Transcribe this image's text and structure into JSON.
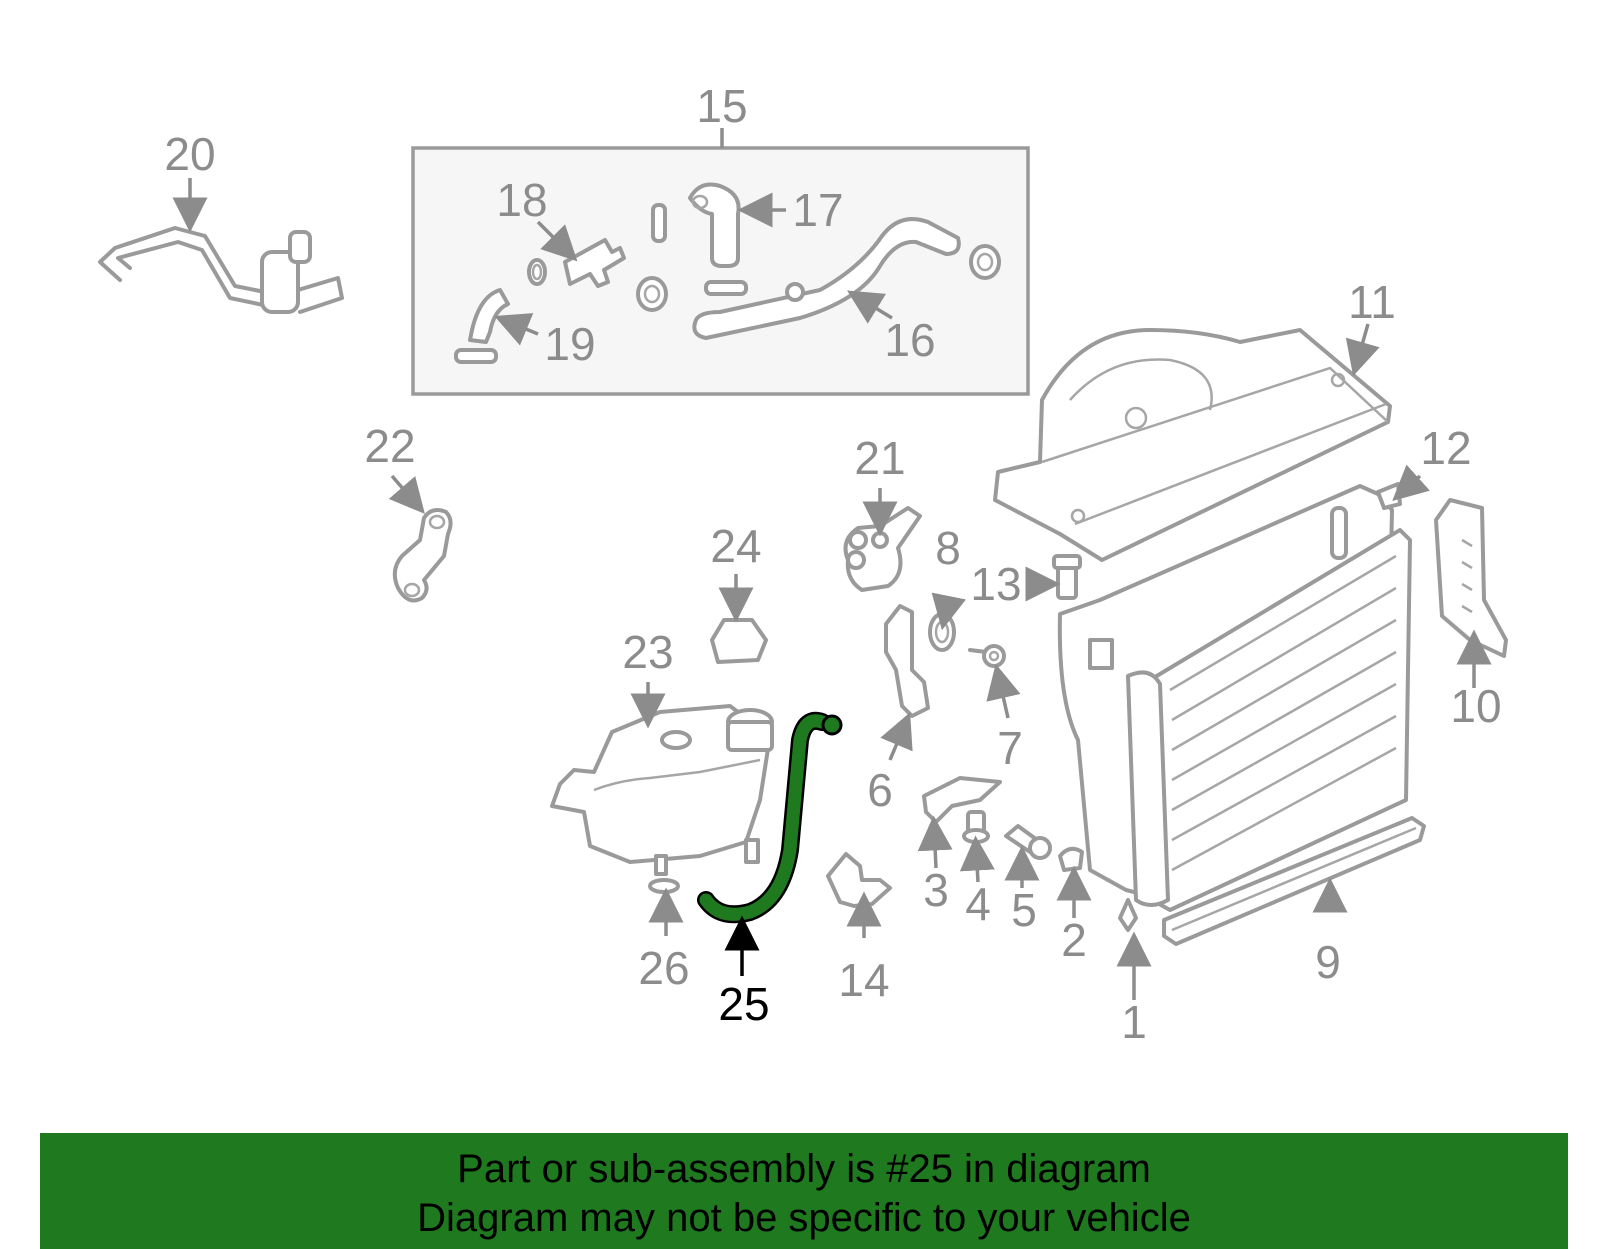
{
  "labels": [
    "1",
    "2",
    "3",
    "4",
    "5",
    "6",
    "7",
    "8",
    "9",
    "10",
    "11",
    "12",
    "13",
    "14",
    "15",
    "16",
    "17",
    "18",
    "19",
    "20",
    "21",
    "22",
    "23",
    "24",
    "25",
    "26"
  ],
  "highlighted_part": "25",
  "colors": {
    "highlight": "#1f7a1f",
    "part_line": "#9a9a9a",
    "label": "#8c8c8c",
    "banner": "#1f7a1f"
  },
  "banner": {
    "line1": "Part or sub-assembly is #25 in diagram",
    "line2": "Diagram may not be specific to your vehicle"
  }
}
